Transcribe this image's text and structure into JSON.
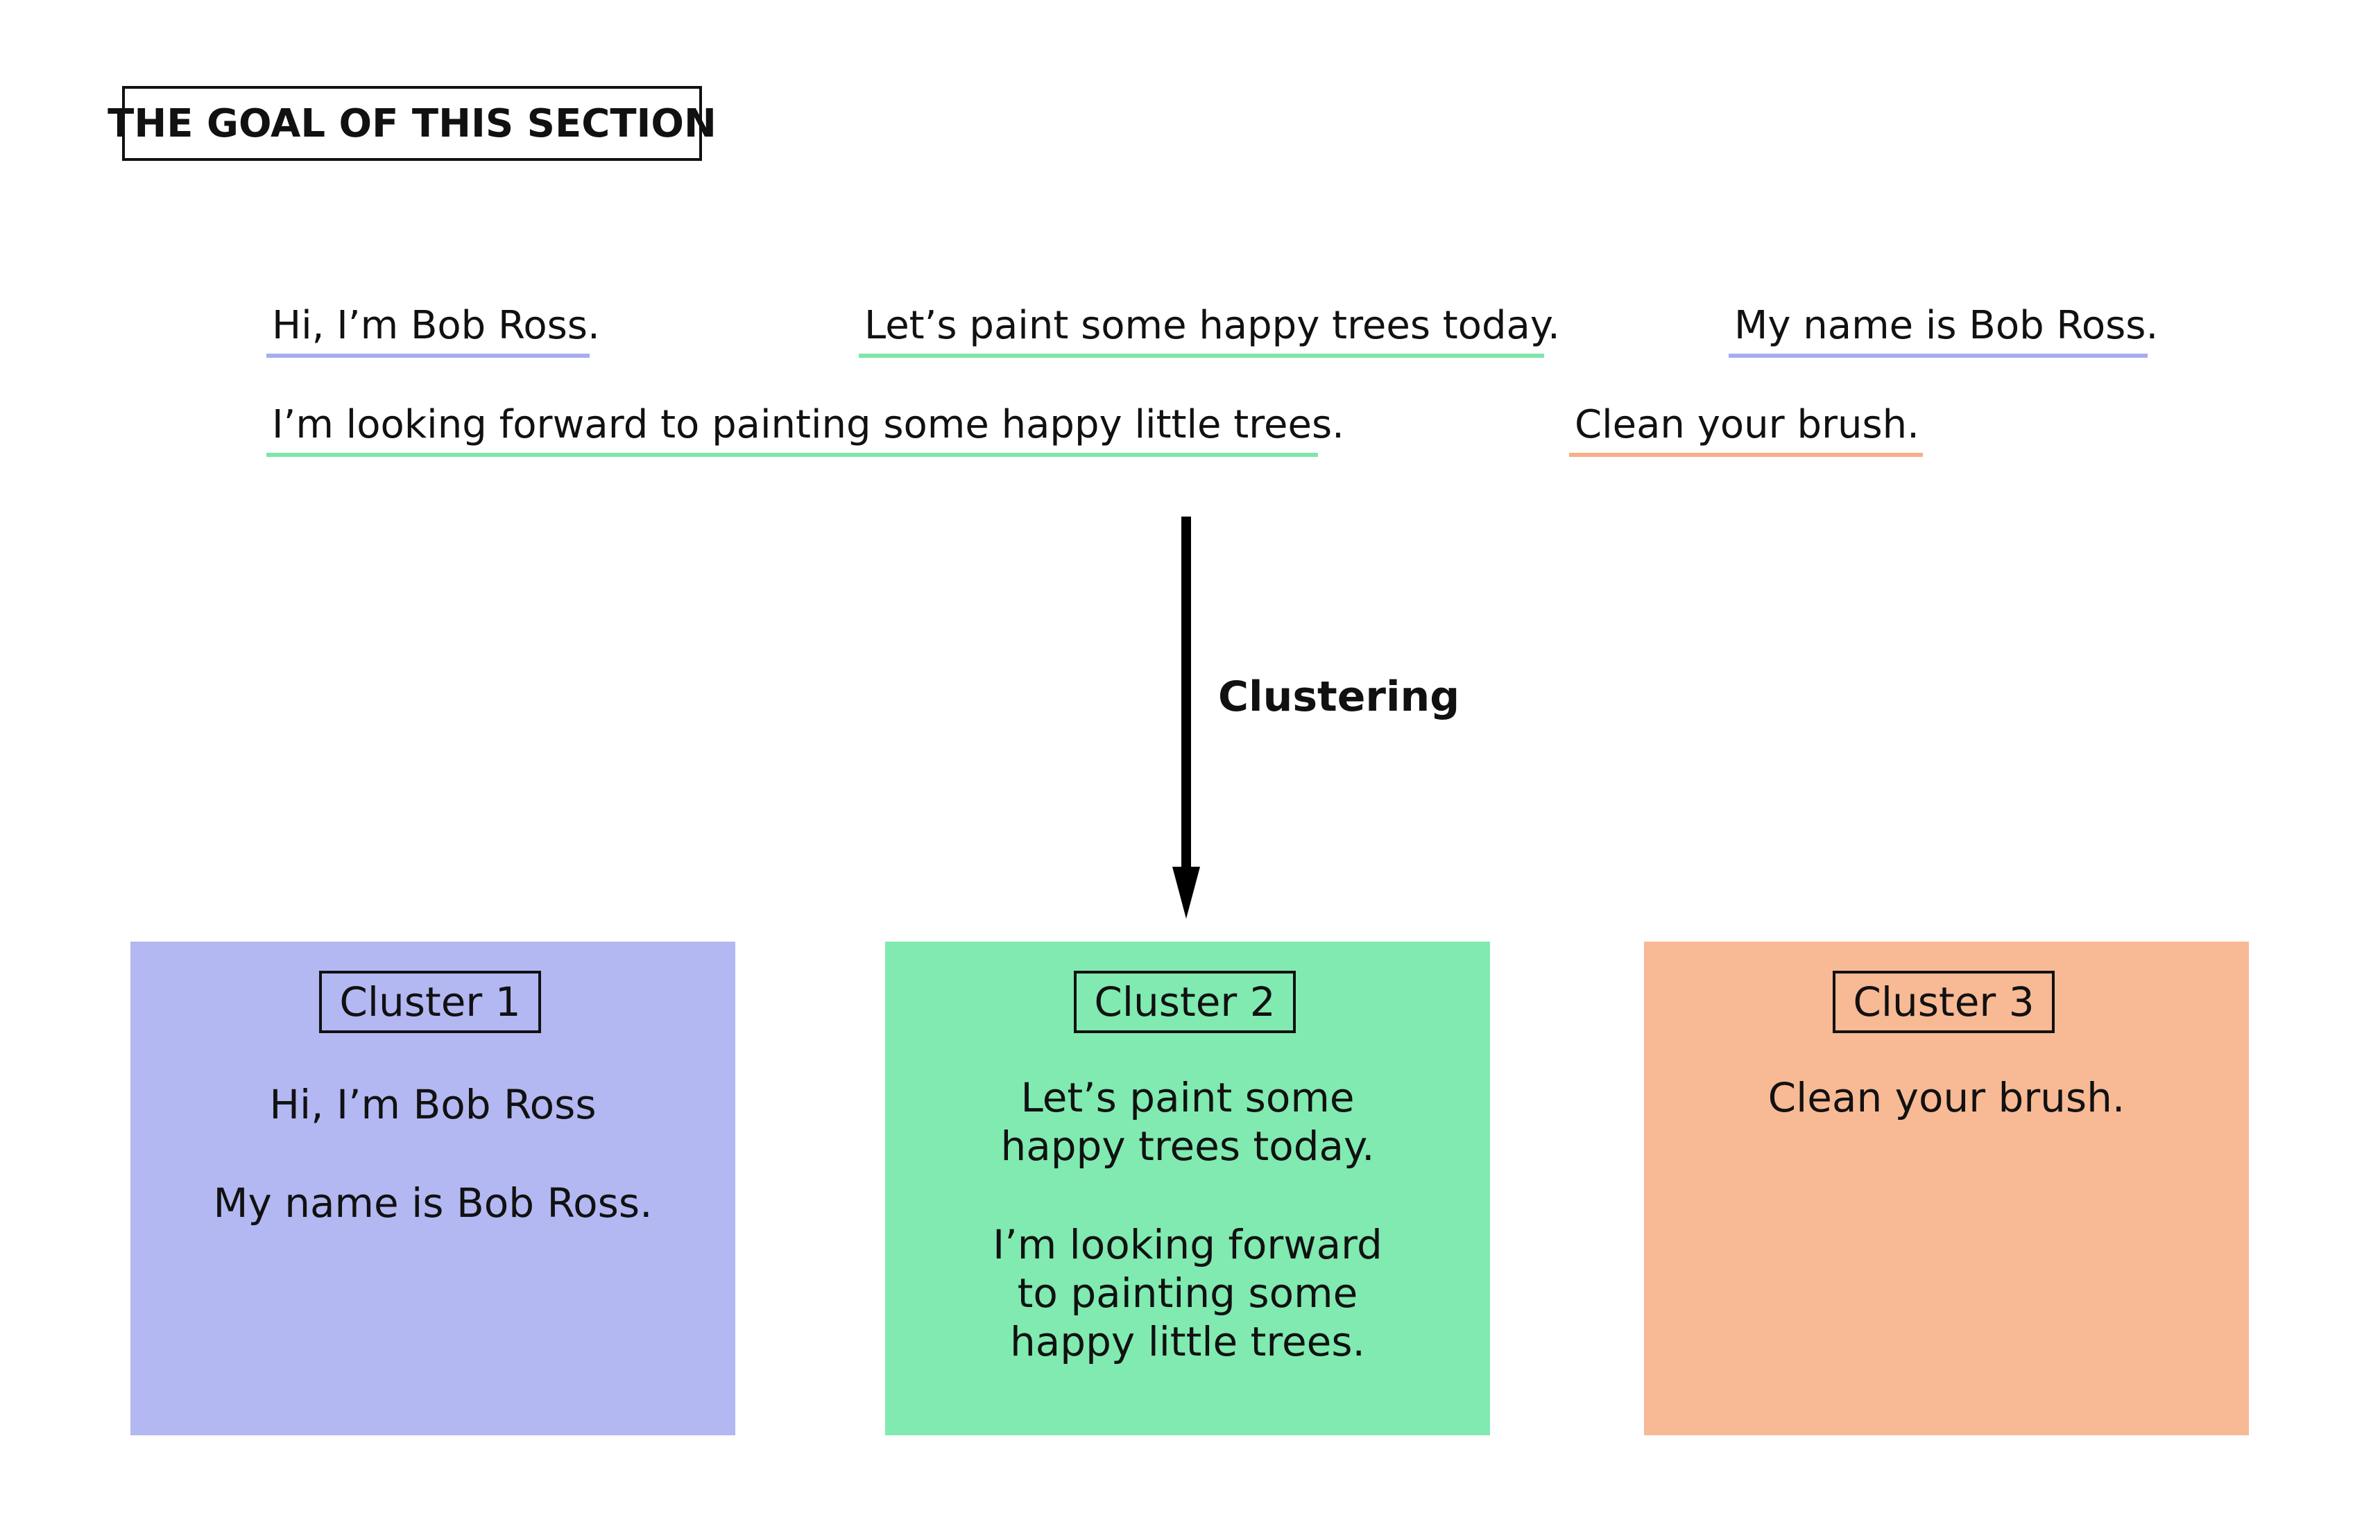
{
  "title": "THE GOAL OF THIS SECTION",
  "sentences": [
    {
      "text": "Hi, I’m Bob Ross.",
      "cluster": 1
    },
    {
      "text": "Let’s paint some happy trees today.",
      "cluster": 2
    },
    {
      "text": "My name is Bob Ross.",
      "cluster": 1
    },
    {
      "text": "I’m looking forward to painting some happy little trees.",
      "cluster": 2
    },
    {
      "text": "Clean your brush.",
      "cluster": 3
    }
  ],
  "arrow_label": "Clustering",
  "clusters": [
    {
      "title": "Cluster 1",
      "color": "#b3b8f2",
      "underline_color": "#a8acee",
      "items": [
        "Hi, I’m Bob Ross",
        "My name is Bob Ross."
      ]
    },
    {
      "title": "Cluster 2",
      "color": "#80eab0",
      "underline_color": "#7fe6ab",
      "items": [
        "Let’s paint some happy trees today.",
        "I’m looking forward to painting some happy little trees."
      ]
    },
    {
      "title": "Cluster 3",
      "color": "#f8b995",
      "underline_color": "#f5b08a",
      "items": [
        "Clean your brush."
      ]
    }
  ]
}
